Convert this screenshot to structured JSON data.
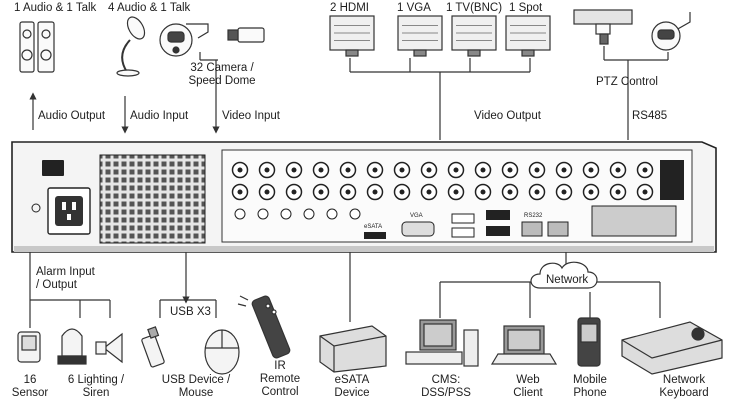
{
  "top_devices": {
    "audio_output": {
      "title": "1 Audio  & 1 Talk",
      "link": "Audio  Output"
    },
    "audio_input": {
      "title": "4 Audio & 1 Talk",
      "link": "Audio  Input"
    },
    "video_input": {
      "title": "32 Camera /\nSpeed Dome",
      "link": "Video Input"
    },
    "video_output": {
      "monitors": [
        "2 HDMI",
        "1 VGA",
        "1 TV(BNC)",
        "1 Spot"
      ],
      "link": "Video Output"
    },
    "ptz": {
      "title": "PTZ Control",
      "link": "RS485"
    }
  },
  "panel_labels": {
    "vga": "VGA",
    "esata": "eSATA",
    "rs232": "RS232"
  },
  "bottom_devices": {
    "alarm_link": "Alarm Input\n/ Output",
    "usb_link": "USB X3",
    "network_cloud": "Network",
    "items": [
      {
        "id": "sensor",
        "label": "16\nSensor"
      },
      {
        "id": "lighting",
        "label": "6 Lighting /\nSiren"
      },
      {
        "id": "usb",
        "label": "USB Device /\nMouse"
      },
      {
        "id": "ir",
        "label": "IR\nRemote\nControl"
      },
      {
        "id": "esata",
        "label": "eSATA\nDevice"
      },
      {
        "id": "cms",
        "label": "CMS:\nDSS/PSS"
      },
      {
        "id": "web",
        "label": "Web\nClient"
      },
      {
        "id": "mobile",
        "label": "Mobile\nPhone"
      },
      {
        "id": "keyboard",
        "label": "Network\nKeyboard"
      }
    ]
  },
  "colors": {
    "line": "#333333",
    "panel": "#f2f2f2",
    "dark": "#2a2a2a"
  }
}
